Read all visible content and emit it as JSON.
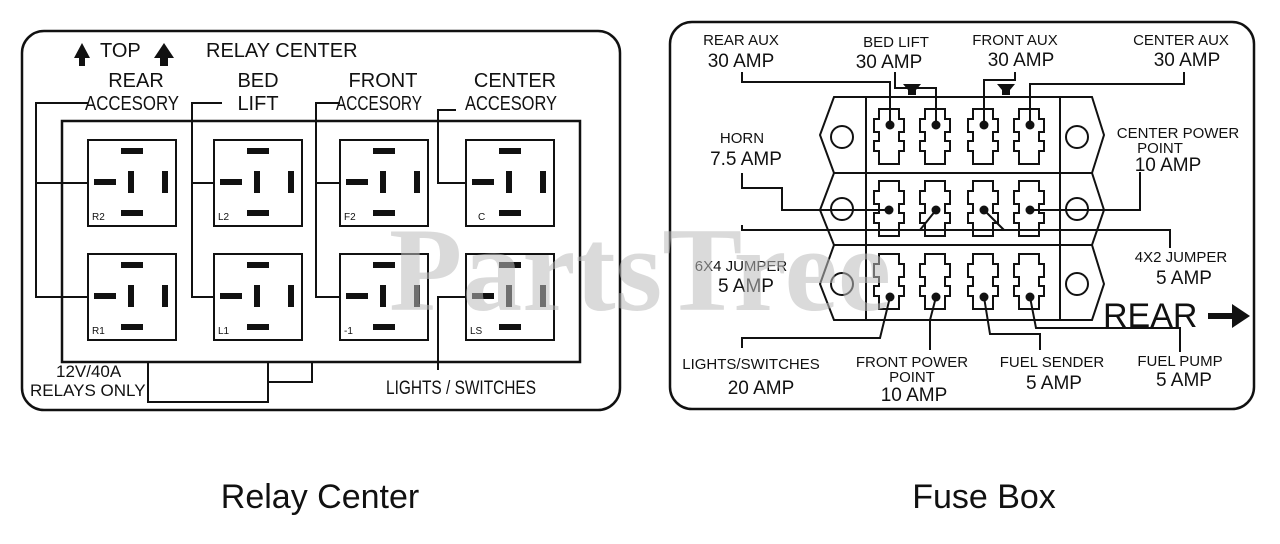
{
  "watermark": "PartsTree",
  "relay_center": {
    "header_top": "TOP",
    "header_title": "RELAY CENTER",
    "columns": [
      {
        "line1": "REAR",
        "line2": "ACCESORY"
      },
      {
        "line1": "BED",
        "line2": "LIFT"
      },
      {
        "line1": "FRONT",
        "line2": "ACCESORY"
      },
      {
        "line1": "CENTER",
        "line2": "ACCESORY"
      }
    ],
    "relay_labels_top": [
      "R2",
      "L2",
      "F2",
      "C"
    ],
    "relay_labels_bottom": [
      "R1",
      "L1",
      "-1",
      "LS"
    ],
    "rating_line1": "12V/40A",
    "rating_line2": "RELAYS ONLY",
    "bottom_label": "LIGHTS / SWITCHES",
    "caption": "Relay Center"
  },
  "fuse_box": {
    "fuses": [
      {
        "name": "REAR AUX",
        "rating": "30 AMP"
      },
      {
        "name": "BED LIFT",
        "rating": "30 AMP"
      },
      {
        "name": "FRONT AUX",
        "rating": "30 AMP"
      },
      {
        "name": "CENTER AUX",
        "rating": "30 AMP"
      },
      {
        "name": "HORN",
        "rating": "7.5 AMP"
      },
      {
        "name": "CENTER POWER",
        "name2": "POINT",
        "rating": "10 AMP"
      },
      {
        "name": "6X4 JUMPER",
        "rating": "5 AMP"
      },
      {
        "name": "4X2 JUMPER",
        "rating": "5 AMP"
      },
      {
        "name": "LIGHTS/SWITCHES",
        "rating": "20 AMP"
      },
      {
        "name": "FRONT POWER",
        "name2": "POINT",
        "rating": "10 AMP"
      },
      {
        "name": "FUEL SENDER",
        "rating": "5 AMP"
      },
      {
        "name": "FUEL PUMP",
        "rating": "5 AMP"
      }
    ],
    "rear_label": "REAR",
    "caption": "Fuse Box"
  }
}
